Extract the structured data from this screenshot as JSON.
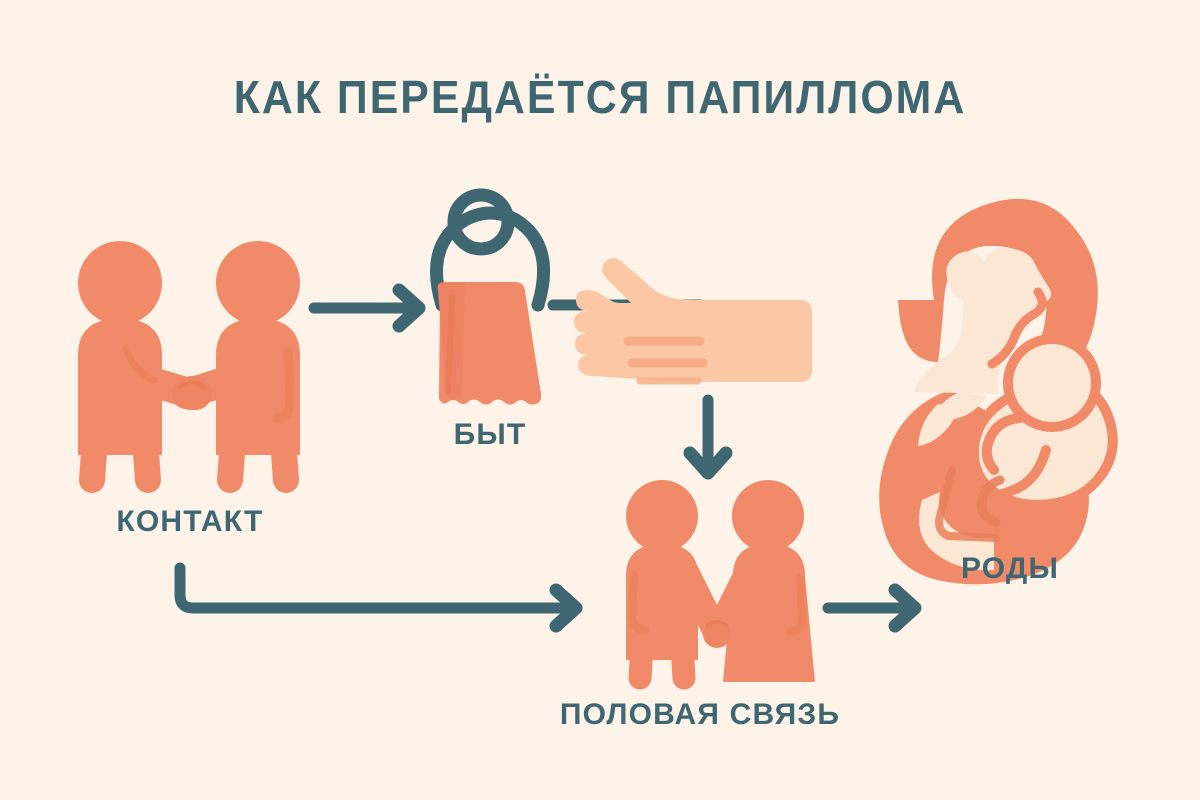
{
  "page": {
    "title": "КАК ПЕРЕДАЁТСЯ ПАПИЛЛОМА",
    "language": "ru",
    "background_color": "#fdf3e9"
  },
  "colors": {
    "background": "#fdf3e9",
    "coral": "#f08a68",
    "coral_dark": "#e87c58",
    "coral_light": "#f6b297",
    "skin": "#fac5a2",
    "skin_light": "#fbd5bb",
    "cream": "#fce6d4",
    "cream_light": "#fdf0e2",
    "teal": "#3f6771",
    "teal_dark": "#375c66"
  },
  "nodes": [
    {
      "id": "kontakt",
      "label": "КОНТАКТ",
      "icon": "handshake-icon",
      "description": "Two people shaking hands"
    },
    {
      "id": "byt",
      "label": "БЫТ",
      "icon": "towel-ring-icon",
      "description": "Towel hanging on a ring"
    },
    {
      "id": "hand",
      "label": "",
      "icon": "hand-icon",
      "description": "Open hand pointing left"
    },
    {
      "id": "polovaya-svyaz",
      "label": "ПОЛОВАЯ СВЯЗЬ",
      "icon": "couple-icon",
      "description": "Man and woman holding hands"
    },
    {
      "id": "rody",
      "label": "РОДЫ",
      "icon": "mother-baby-icon",
      "description": "Mother holding a newborn baby"
    }
  ],
  "arrows": [
    {
      "id": "kontakt-to-byt",
      "from": "kontakt",
      "to": "byt",
      "direction": "right",
      "shape": "straight"
    },
    {
      "id": "byt-to-hand",
      "from": "byt",
      "to": "hand",
      "direction": "right",
      "shape": "straight"
    },
    {
      "id": "hand-to-polovaya",
      "from": "hand",
      "to": "polovaya-svyaz",
      "direction": "down",
      "shape": "straight"
    },
    {
      "id": "kontakt-to-polovaya",
      "from": "kontakt",
      "to": "polovaya-svyaz",
      "direction": "right",
      "shape": "elbow"
    },
    {
      "id": "polovaya-to-rody",
      "from": "polovaya-svyaz",
      "to": "rody",
      "direction": "right",
      "shape": "straight"
    }
  ]
}
